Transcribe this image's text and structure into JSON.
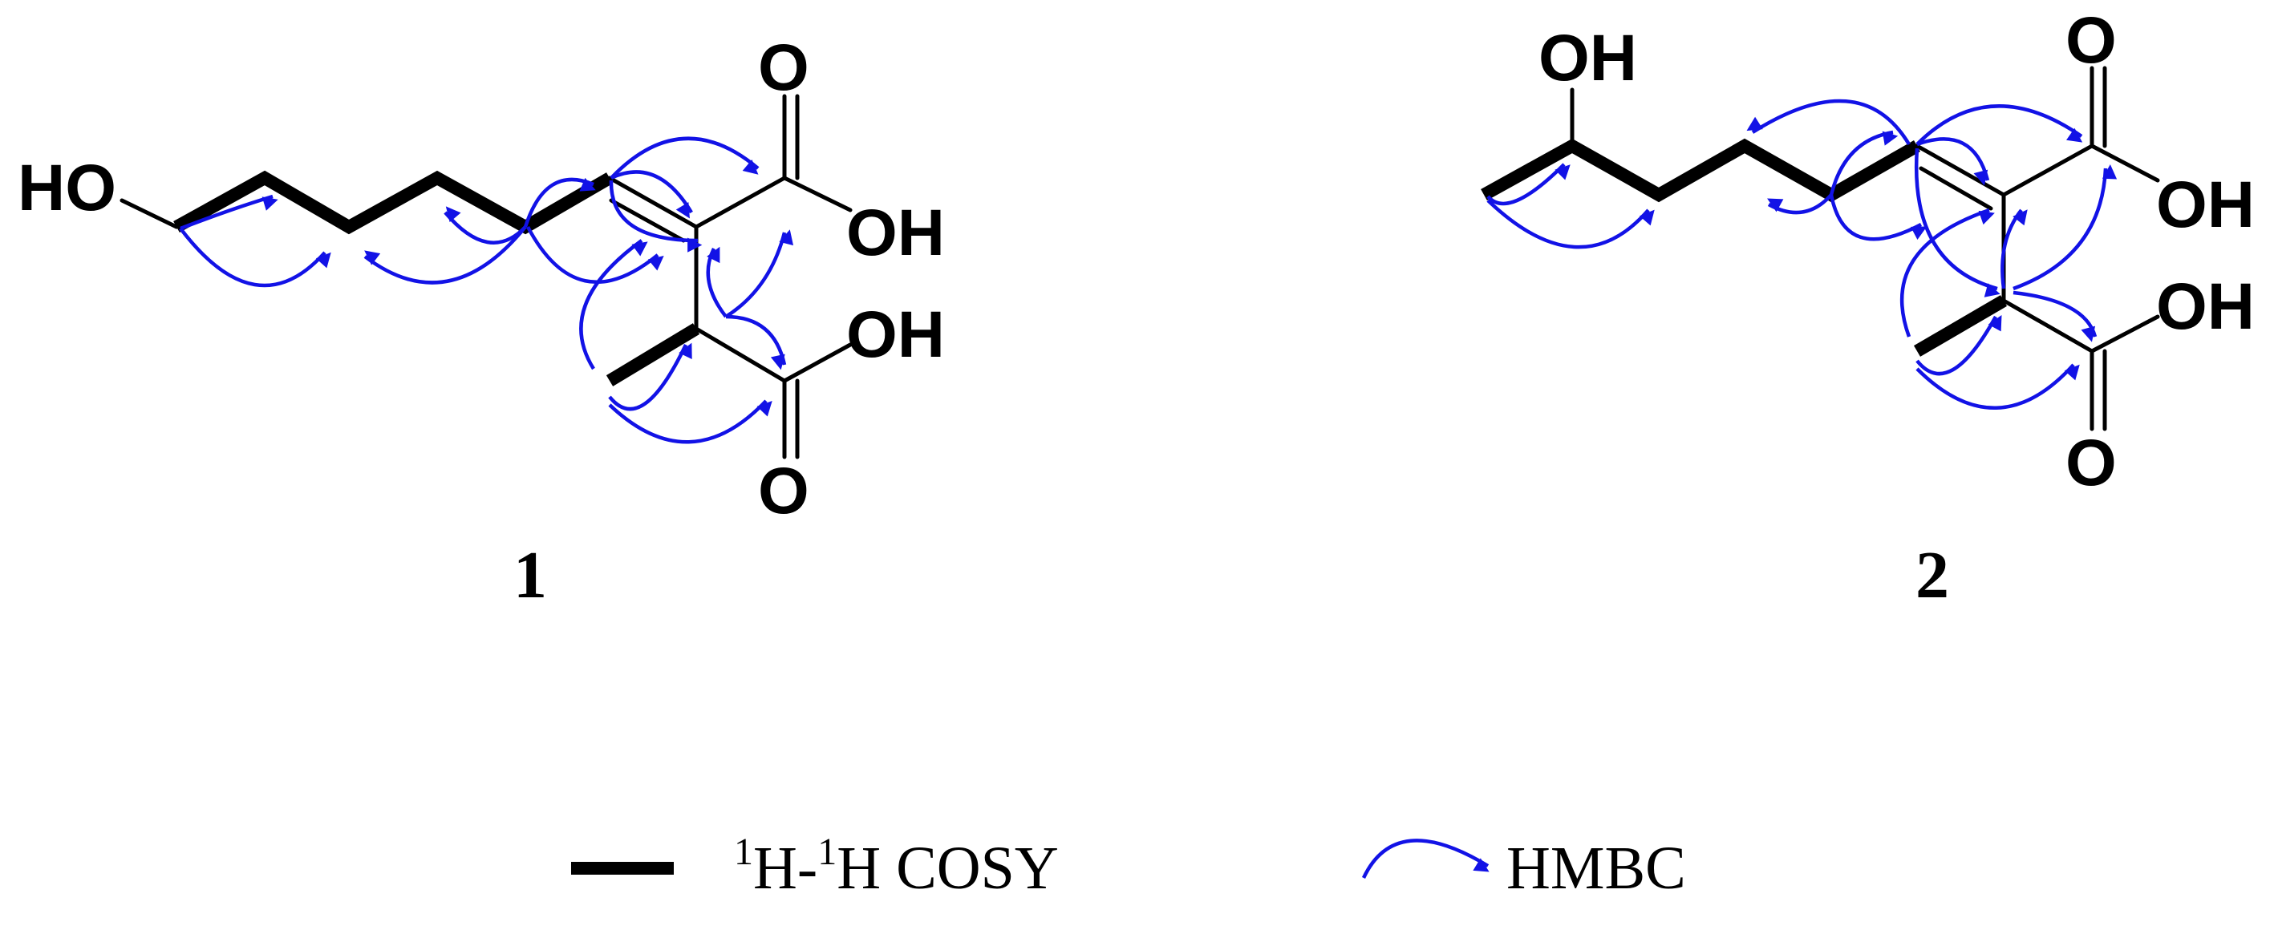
{
  "compounds": [
    {
      "label": "1"
    },
    {
      "label": "2"
    }
  ],
  "atom_labels": {
    "hydroxyl_1": "HO",
    "hydroxyl_2": "OH",
    "carboxyl_oh": "OH",
    "carbonyl_o": "O"
  },
  "legend": {
    "cosy_sup1": "1",
    "cosy_mid": "H-",
    "cosy_sup2": "1",
    "cosy_tail": "H COSY",
    "hmbc": "HMBC"
  },
  "colors": {
    "bond": "#000000",
    "hmbc_arrow": "#1212e6"
  }
}
